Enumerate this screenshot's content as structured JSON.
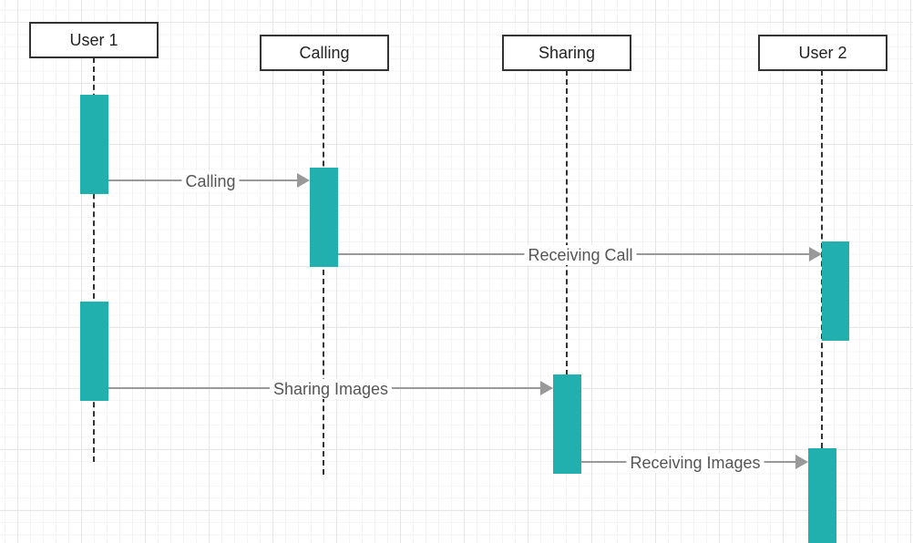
{
  "diagram": {
    "actors": [
      {
        "id": "user1",
        "label": "User 1"
      },
      {
        "id": "calling",
        "label": "Calling"
      },
      {
        "id": "sharing",
        "label": "Sharing"
      },
      {
        "id": "user2",
        "label": "User 2"
      }
    ],
    "messages": [
      {
        "from": "User 1",
        "to": "Calling",
        "label": "Calling"
      },
      {
        "from": "Calling",
        "to": "User 2",
        "label": "Receiving Call"
      },
      {
        "from": "User 1",
        "to": "Sharing",
        "label": "Sharing Images"
      },
      {
        "from": "Sharing",
        "to": "User 2",
        "label": "Receiving Images"
      }
    ],
    "colors": {
      "activation": "#22b0ae",
      "arrow": "#999999",
      "actor_border": "#333333"
    }
  }
}
